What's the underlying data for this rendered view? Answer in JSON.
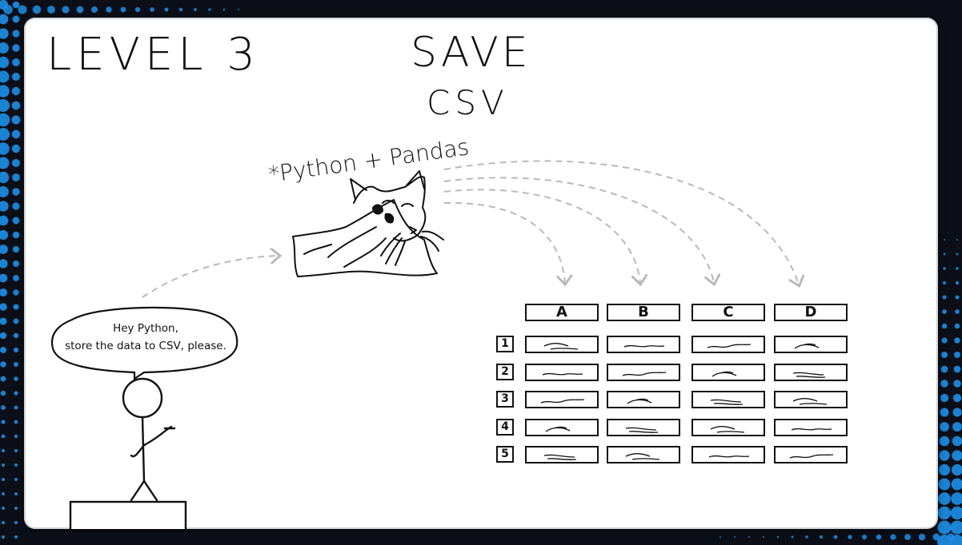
{
  "level_label": "LEVEL 3",
  "title_line1": "SAVE",
  "title_line2": "CSV",
  "library_label": "*Python + Pandas",
  "speech_line1": "Hey Python,",
  "speech_line2": "store the data to CSV, please.",
  "table": {
    "columns": [
      "A",
      "B",
      "C",
      "D"
    ],
    "rows": [
      "1",
      "2",
      "3",
      "4",
      "5"
    ]
  },
  "colors": {
    "background": "#0c0f17",
    "board": "#ffffff",
    "dots": "#1e8fe8",
    "ink": "#111111",
    "arrows": "#b9b9b9"
  }
}
